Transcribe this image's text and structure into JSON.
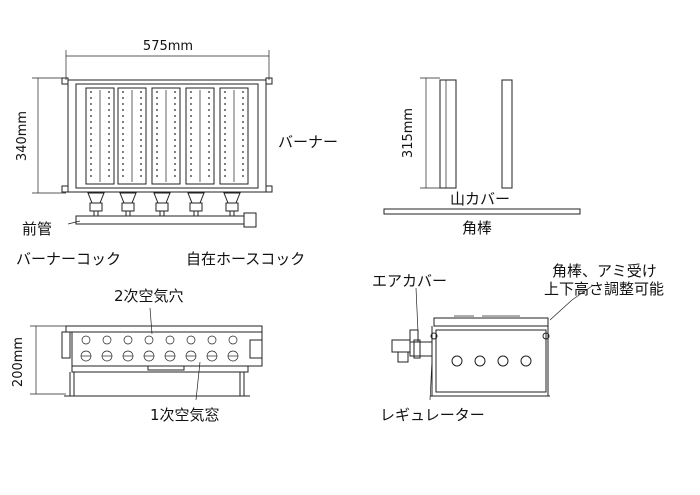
{
  "dimensions": {
    "width_top": "575mm",
    "height_top": "340mm",
    "height_side": "315mm",
    "height_front": "200mm"
  },
  "labels": {
    "burner": "バーナー",
    "front_pipe": "前管",
    "burner_cock": "バーナーコック",
    "hose_cock": "自在ホースコック",
    "mountain_cover": "山カバー",
    "square_bar": "角棒",
    "secondary_air_hole": "2次空気穴",
    "primary_air_window": "1次空気窓",
    "air_cover": "エアカバー",
    "adjustable_line1": "角棒、アミ受け",
    "adjustable_line2": "上下高さ調整可能",
    "regulator": "レギュレーター"
  }
}
